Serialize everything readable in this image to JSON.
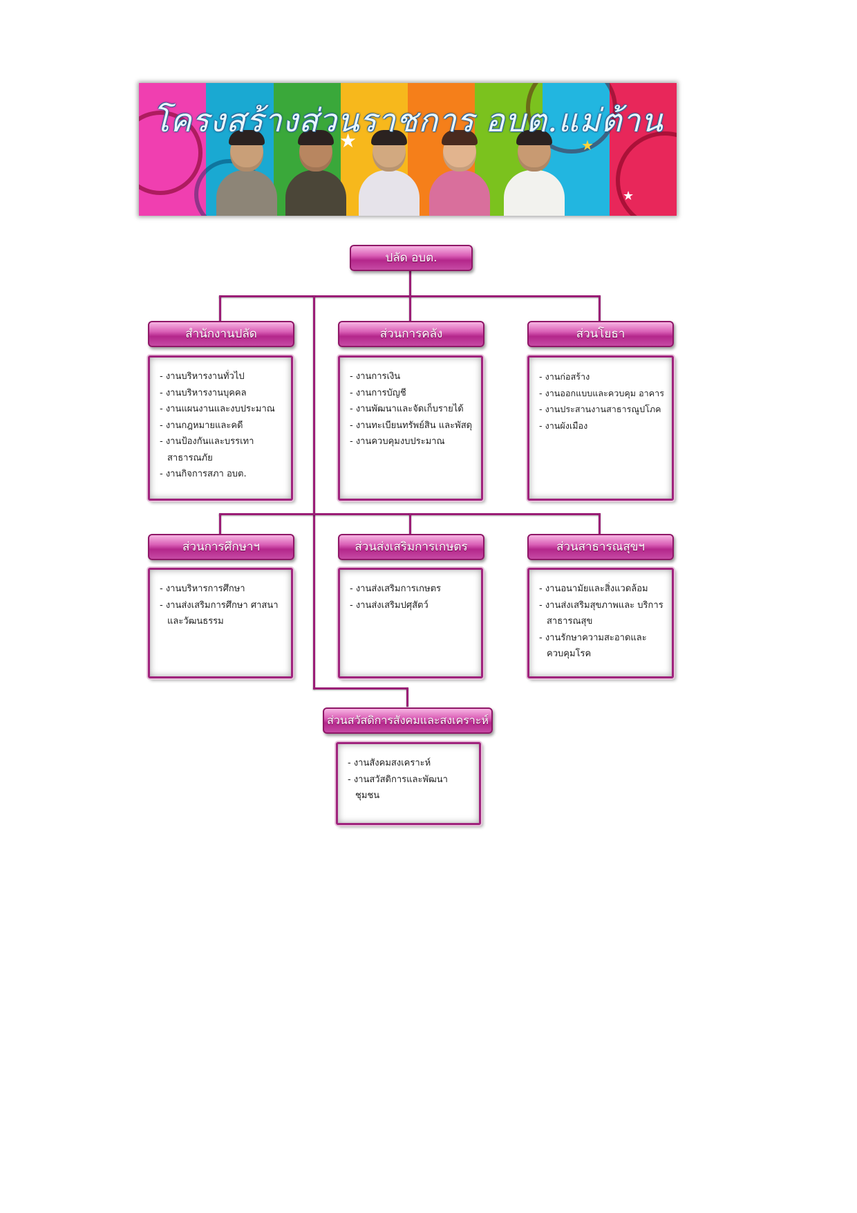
{
  "banner": {
    "title": "โครงสร้างส่วนราชการ อบต.แม่ต้าน",
    "colors": [
      "#f03fb0",
      "#1aa9d2",
      "#3aa83a",
      "#f7b81c",
      "#f57f1a",
      "#7bc21e",
      "#22b6e0",
      "#e8275a"
    ]
  },
  "top": {
    "label": "ปลัด อบต."
  },
  "divisions": [
    {
      "id": "office",
      "label": "สำนักงานปลัด",
      "items": [
        "งานบริหารงานทั่วไป",
        "งานบริหารงานบุคคล",
        "งานแผนงานและงบประมาณ",
        "งานกฎหมายและคดี",
        "งานป้องกันและบรรเทา สาธารณภัย",
        "งานกิจการสภา อบต."
      ]
    },
    {
      "id": "finance",
      "label": "ส่วนการคลัง",
      "items": [
        "งานการเงิน",
        "งานการบัญชี",
        "งานพัฒนาและจัดเก็บรายได้",
        "งานทะเบียนทรัพย์สิน และพัสดุ",
        "งานควบคุมงบประมาณ"
      ]
    },
    {
      "id": "works",
      "label": "ส่วนโยธา",
      "items": [
        "งานก่อสร้าง",
        "งานออกแบบและควบคุม อาคาร",
        "งานประสานงานสาธารณูปโภค",
        "งานผังเมือง"
      ]
    },
    {
      "id": "education",
      "label": "ส่วนการศึกษาฯ",
      "items": [
        "งานบริหารการศึกษา",
        "งานส่งเสริมการศึกษา ศาสนาและวัฒนธรรม"
      ]
    },
    {
      "id": "agriculture",
      "label": "ส่วนส่งเสริมการเกษตร",
      "items": [
        "งานส่งเสริมการเกษตร",
        "งานส่งเสริมปศุสัตว์"
      ]
    },
    {
      "id": "health",
      "label": "ส่วนสาธารณสุขฯ",
      "items": [
        "งานอนามัยและสิ่งแวดล้อม",
        "งานส่งเสริมสุขภาพและ บริการสาธารณสุข",
        "งานรักษาความสะอาดและ ควบคุมโรค"
      ]
    },
    {
      "id": "welfare",
      "label": "ส่วนสวัสดิการสังคมและสงเคราะห์",
      "items": [
        "งานสังคมสงเคราะห์",
        "งานสวัสดิการและพัฒนา ชุมชน"
      ]
    }
  ]
}
